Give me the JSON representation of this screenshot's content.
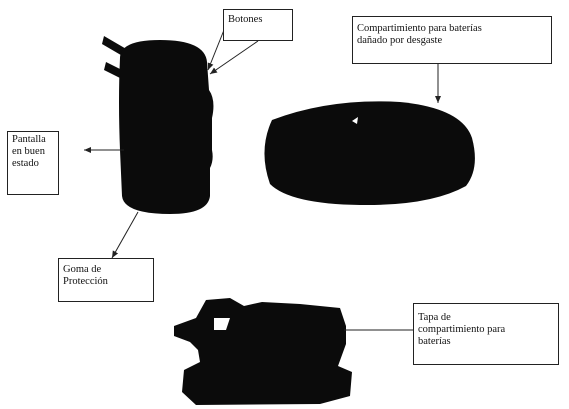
{
  "labels": {
    "botones": "Botones",
    "compartimiento": "Compartimiento para baterías\ndañado por desgaste",
    "pantalla": "Pantalla\nen   buen\nestado",
    "goma": "Goma de\nProtección",
    "tapa": "Tapa de\ncompartimiento para\nbaterías"
  },
  "colors": {
    "object": "#0b0b0b",
    "line": "#222222",
    "background": "#ffffff"
  }
}
